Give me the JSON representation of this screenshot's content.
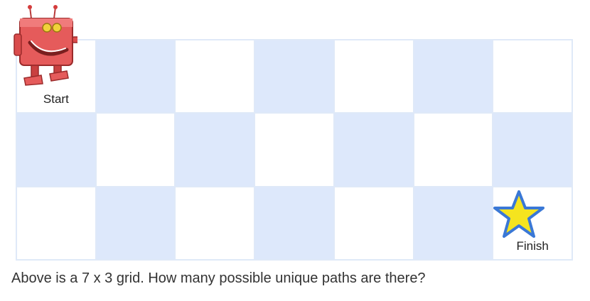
{
  "grid": {
    "columns": 7,
    "rows": 3,
    "start_label": "Start",
    "finish_label": "Finish"
  },
  "caption": "Above is a 7 x 3 grid. How many possible unique paths are there?",
  "icons": {
    "start": "robot-icon",
    "finish": "star-icon"
  },
  "colors": {
    "shaded_cell": "#dde8fb",
    "plain_cell": "#ffffff",
    "star_fill": "#f5e41f",
    "star_outline": "#3a78d6",
    "robot_body": "#e35a5a"
  }
}
